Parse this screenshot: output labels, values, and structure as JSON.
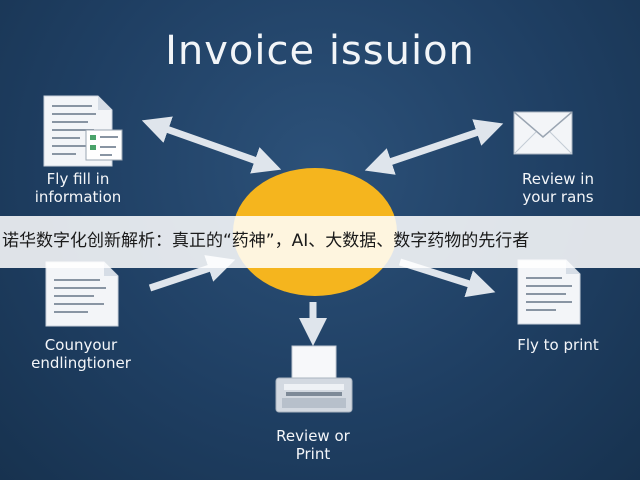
{
  "title": "Invoice issuion",
  "labels": {
    "top_left": [
      "Fly fill in",
      "information"
    ],
    "top_right": [
      "Review in",
      "your rans"
    ],
    "bottom_left": [
      "Counyour",
      "endlingtioner"
    ],
    "bottom_right": "Fly to print",
    "bottom_center": [
      "Review or",
      "Print"
    ]
  },
  "banner": "诺华数字化创新解析：真正的“药神”，AI、大数据、数字药物的先行者",
  "colors": {
    "background": "#1f3f63",
    "center_circle": "#f5b51e",
    "arrow": "#dfe5ec"
  },
  "icons": {
    "top_left": "document-with-form-icon",
    "top_right": "envelope-icon",
    "bottom_left": "document-icon",
    "bottom_right": "document-icon",
    "bottom_center": "printer-icon"
  }
}
